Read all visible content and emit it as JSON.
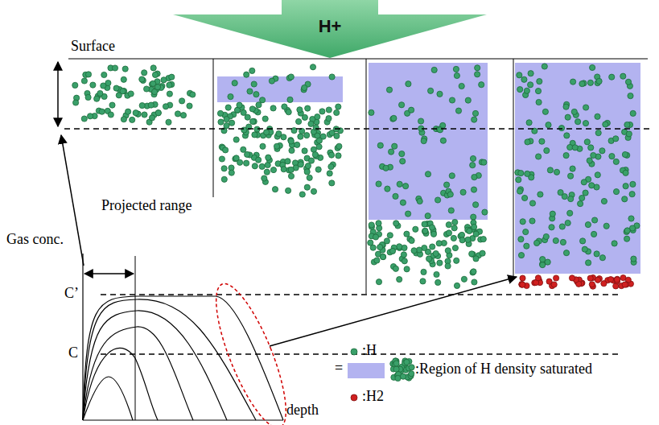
{
  "diagram": {
    "nodes": [
      {
        "text": [
          "H+"
        ]
      }
    ],
    "labels": [
      "Surface",
      "Projected range",
      "Gas conc.",
      "C’",
      "C",
      "depth",
      "="
    ],
    "legend": [
      {
        "text": ":H"
      },
      {
        "text": ":Region of H density saturated",
        "color": "#b3b3f0"
      },
      {
        "text": ":H2"
      }
    ]
  }
}
